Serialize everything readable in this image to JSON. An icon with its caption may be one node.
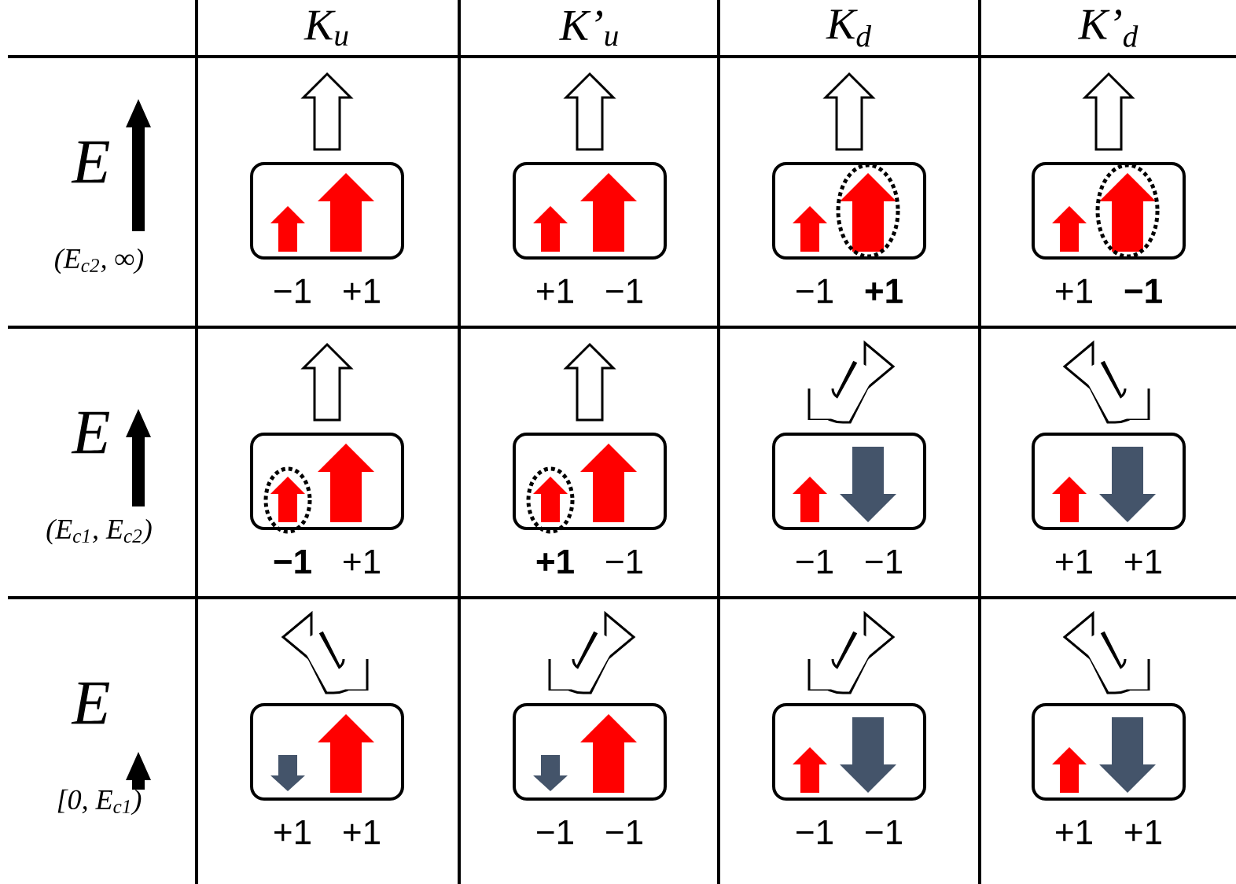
{
  "diagram": {
    "labels": [
      "K$_{u}$",
      "K’$_{u}$",
      "K$_{d}$",
      "K’$_{d}$",
      "E",
      "(E$_{c2}$, ∞)",
      "−1",
      "+1",
      "+1",
      "−1",
      "−1",
      "+1",
      "+1",
      "−1",
      "E",
      "(E$_{c1}$, E$_{c2}$)",
      "−1",
      "+1",
      "+1",
      "−1",
      "−1",
      "−1",
      "+1",
      "+1",
      "E",
      "[0, E$_{c1}$)",
      "+1",
      "+1",
      "−1",
      "−1",
      "−1",
      "−1",
      "+1",
      "+1"
    ]
  }
}
